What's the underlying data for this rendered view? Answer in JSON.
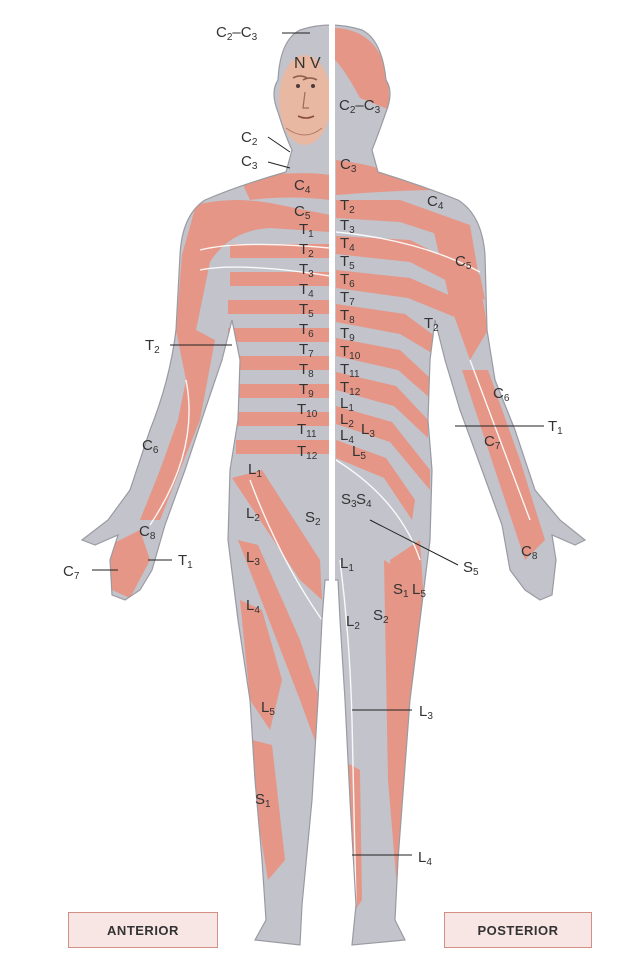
{
  "colors": {
    "band_red": "#e59686",
    "band_gray": "#c2c3cb",
    "skin": "#e8b8a3",
    "divider": "#ffffff",
    "tag_fill": "#f8e6e4",
    "tag_border": "#d18f86"
  },
  "views": {
    "anterior": "ANTERIOR",
    "posterior": "POSTERIOR"
  },
  "labels": [
    {
      "id": "a-c2c3",
      "text": "C",
      "sub": "2",
      "tail": "–C",
      "sub2": "3"
    },
    {
      "id": "a-nv",
      "text": "N V"
    },
    {
      "id": "a-c2",
      "text": "C",
      "sub": "2"
    },
    {
      "id": "a-c3",
      "text": "C",
      "sub": "3"
    },
    {
      "id": "a-c4",
      "text": "C",
      "sub": "4"
    },
    {
      "id": "a-c5",
      "text": "C",
      "sub": "5"
    },
    {
      "id": "a-t1",
      "text": "T",
      "sub": "1"
    },
    {
      "id": "a-t2",
      "text": "T",
      "sub": "2"
    },
    {
      "id": "a-t3",
      "text": "T",
      "sub": "3"
    },
    {
      "id": "a-t4",
      "text": "T",
      "sub": "4"
    },
    {
      "id": "a-t5",
      "text": "T",
      "sub": "5"
    },
    {
      "id": "a-t6",
      "text": "T",
      "sub": "6"
    },
    {
      "id": "a-t7",
      "text": "T",
      "sub": "7"
    },
    {
      "id": "a-t8",
      "text": "T",
      "sub": "8"
    },
    {
      "id": "a-t9",
      "text": "T",
      "sub": "9"
    },
    {
      "id": "a-t10",
      "text": "T",
      "sub": "10"
    },
    {
      "id": "a-t11",
      "text": "T",
      "sub": "11"
    },
    {
      "id": "a-t12",
      "text": "T",
      "sub": "12"
    },
    {
      "id": "a-t2arm",
      "text": "T",
      "sub": "2"
    },
    {
      "id": "a-c6",
      "text": "C",
      "sub": "6"
    },
    {
      "id": "a-c8",
      "text": "C",
      "sub": "8"
    },
    {
      "id": "a-c7",
      "text": "C",
      "sub": "7"
    },
    {
      "id": "a-t1hand",
      "text": "T",
      "sub": "1"
    },
    {
      "id": "a-l1",
      "text": "L",
      "sub": "1"
    },
    {
      "id": "a-l2",
      "text": "L",
      "sub": "2"
    },
    {
      "id": "a-s2",
      "text": "S",
      "sub": "2"
    },
    {
      "id": "a-l3",
      "text": "L",
      "sub": "3"
    },
    {
      "id": "a-l4",
      "text": "L",
      "sub": "4"
    },
    {
      "id": "a-l5",
      "text": "L",
      "sub": "5"
    },
    {
      "id": "a-s1",
      "text": "S",
      "sub": "1"
    },
    {
      "id": "p-c2c3",
      "text": "C",
      "sub": "2",
      "tail": "–C",
      "sub2": "3"
    },
    {
      "id": "p-c3",
      "text": "C",
      "sub": "3"
    },
    {
      "id": "p-c4",
      "text": "C",
      "sub": "4"
    },
    {
      "id": "p-t2",
      "text": "T",
      "sub": "2"
    },
    {
      "id": "p-t3",
      "text": "T",
      "sub": "3"
    },
    {
      "id": "p-t4",
      "text": "T",
      "sub": "4"
    },
    {
      "id": "p-t5",
      "text": "T",
      "sub": "5"
    },
    {
      "id": "p-t6",
      "text": "T",
      "sub": "6"
    },
    {
      "id": "p-t7",
      "text": "T",
      "sub": "7"
    },
    {
      "id": "p-t8",
      "text": "T",
      "sub": "8"
    },
    {
      "id": "p-t9",
      "text": "T",
      "sub": "9"
    },
    {
      "id": "p-t10",
      "text": "T",
      "sub": "10"
    },
    {
      "id": "p-t11",
      "text": "T",
      "sub": "11"
    },
    {
      "id": "p-t12",
      "text": "T",
      "sub": "12"
    },
    {
      "id": "p-l1",
      "text": "L",
      "sub": "1"
    },
    {
      "id": "p-l2",
      "text": "L",
      "sub": "2"
    },
    {
      "id": "p-l3",
      "text": "L",
      "sub": "3"
    },
    {
      "id": "p-l4",
      "text": "L",
      "sub": "4"
    },
    {
      "id": "p-l5",
      "text": "L",
      "sub": "5"
    },
    {
      "id": "p-c5",
      "text": "C",
      "sub": "5"
    },
    {
      "id": "p-t2arm",
      "text": "T",
      "sub": "2"
    },
    {
      "id": "p-c6",
      "text": "C",
      "sub": "6"
    },
    {
      "id": "p-t1",
      "text": "T",
      "sub": "1"
    },
    {
      "id": "p-c7",
      "text": "C",
      "sub": "7"
    },
    {
      "id": "p-c8",
      "text": "C",
      "sub": "8"
    },
    {
      "id": "p-s3",
      "text": "S",
      "sub": "3"
    },
    {
      "id": "p-s4",
      "text": "S",
      "sub": "4"
    },
    {
      "id": "p-s5",
      "text": "S",
      "sub": "5"
    },
    {
      "id": "p-l1leg",
      "text": "L",
      "sub": "1"
    },
    {
      "id": "p-s1",
      "text": "S",
      "sub": "1"
    },
    {
      "id": "p-l5leg",
      "text": "L",
      "sub": "5"
    },
    {
      "id": "p-l2leg",
      "text": "L",
      "sub": "2"
    },
    {
      "id": "p-s2",
      "text": "S",
      "sub": "2"
    },
    {
      "id": "p-l3leg",
      "text": "L",
      "sub": "3"
    },
    {
      "id": "p-l4leg",
      "text": "L",
      "sub": "4"
    }
  ]
}
